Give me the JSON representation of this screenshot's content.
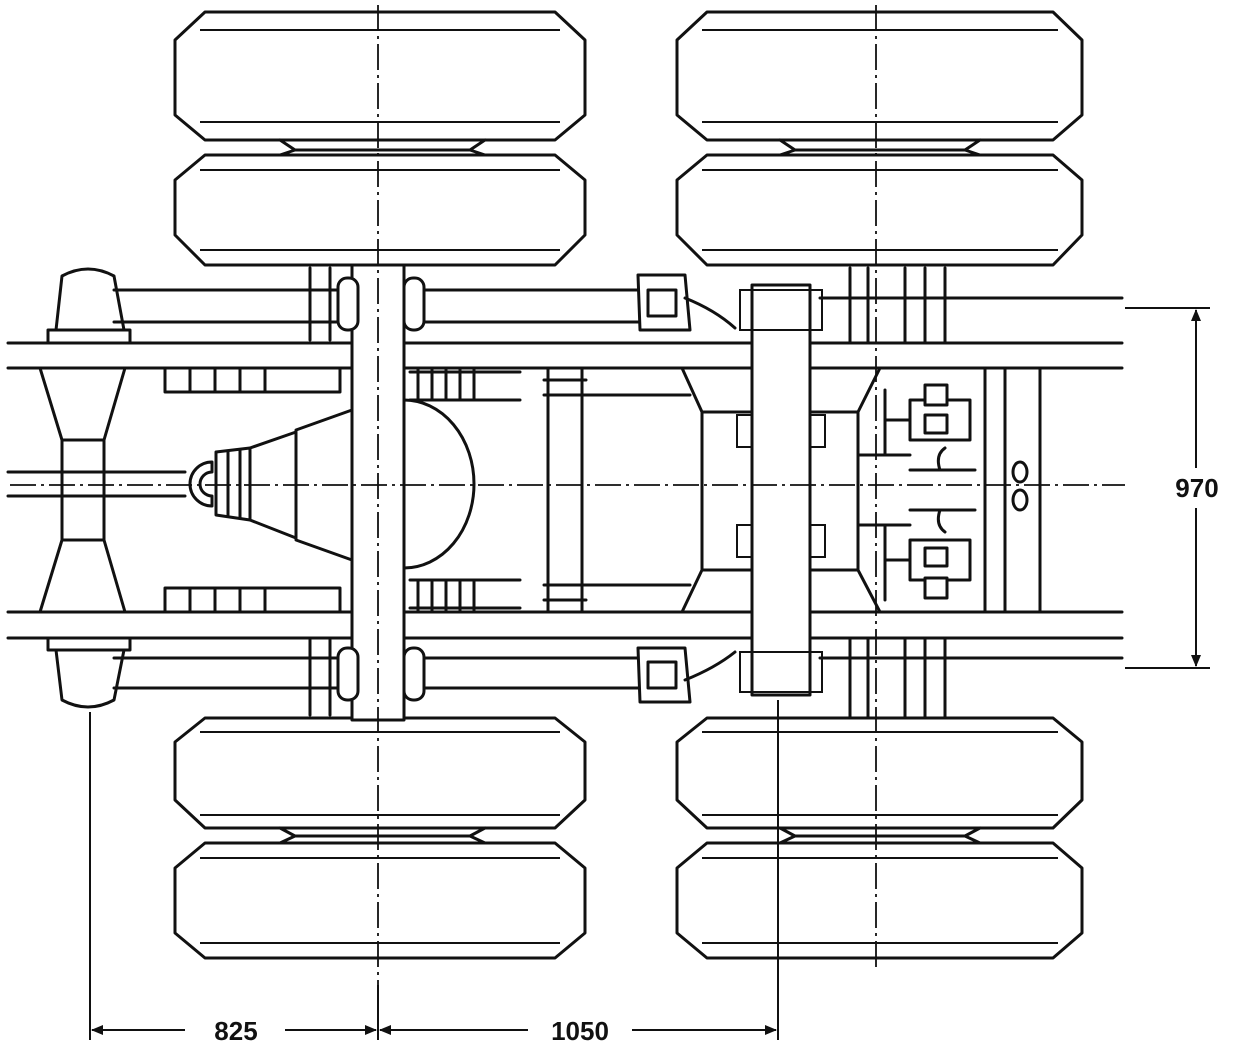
{
  "dimensions": {
    "rear_overhang": "825",
    "axle_spacing": "1050",
    "frame_width": "970"
  },
  "colors": {
    "line": "#111111",
    "background": "#ffffff"
  }
}
